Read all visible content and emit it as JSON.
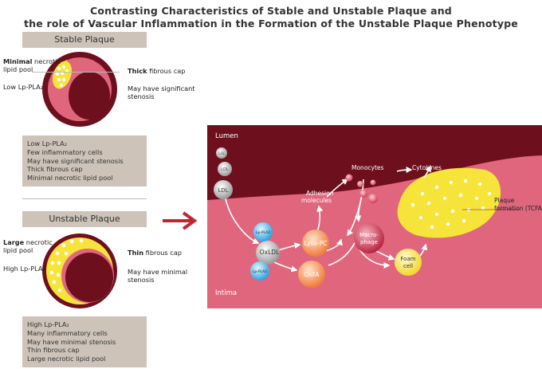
{
  "title": {
    "line1": "Contrasting Characteristics of Stable and Unstable Plaque and",
    "line2": "the role of Vascular Inflammation in the Formation of the Unstable Plaque Phenotype"
  },
  "stable": {
    "header": "Stable Plaque",
    "labels": {
      "pool_bold": "Minimal",
      "pool_rest": " necrotic",
      "pool_line2": "lipid pool",
      "lppla": "Low Lp-PLA₂",
      "cap_bold": "Thick",
      "cap_rest": " fibrous cap",
      "stenosis_line1": "May have significant",
      "stenosis_line2": "stenosis"
    },
    "box": [
      "Low Lp-PLA₂",
      "Few inflammatory cells",
      "May have significant stenosis",
      "Thick fibrous cap",
      "Minimal necrotic lipid pool"
    ]
  },
  "unstable": {
    "header": "Unstable Plaque",
    "labels": {
      "pool_bold": "Large",
      "pool_rest": " necrotic",
      "pool_line2": "lipid pool",
      "lppla": "High Lp-PLA₂",
      "cap_bold": "Thin",
      "cap_rest": " fibrous cap",
      "stenosis_line1": "May have minimal",
      "stenosis_line2": "stenosis"
    },
    "box": [
      "High Lp-PLA₂",
      "Many inflammatory cells",
      "May have minimal stenosis",
      "Thin fibrous cap",
      "Large necrotic lipid pool"
    ]
  },
  "diagram": {
    "lumen": "Lumen",
    "intima": "Intima",
    "ldl": "LDL",
    "lppla2": "Lp-PLA2",
    "oxldl": "OxLDL",
    "lysopc": "Lyso-PC",
    "oxfa": "OxFA",
    "adhesion_line1": "Adhesion",
    "adhesion_line2": "molecules",
    "monocytes": "Monocytes",
    "cytokines": "Cytokines",
    "macrophage_line1": "Macro-",
    "macrophage_line2": "phage",
    "foam_line1": "Foam",
    "foam_line2": "cell",
    "plaque_line1": "Plaque",
    "plaque_line2": "formation (TCFA)"
  },
  "colors": {
    "maroon": "#6d0f1c",
    "pink": "#e0667e",
    "yellow": "#f7e43a",
    "tan": "#cdc3b8",
    "arrow": "#c0272d"
  }
}
